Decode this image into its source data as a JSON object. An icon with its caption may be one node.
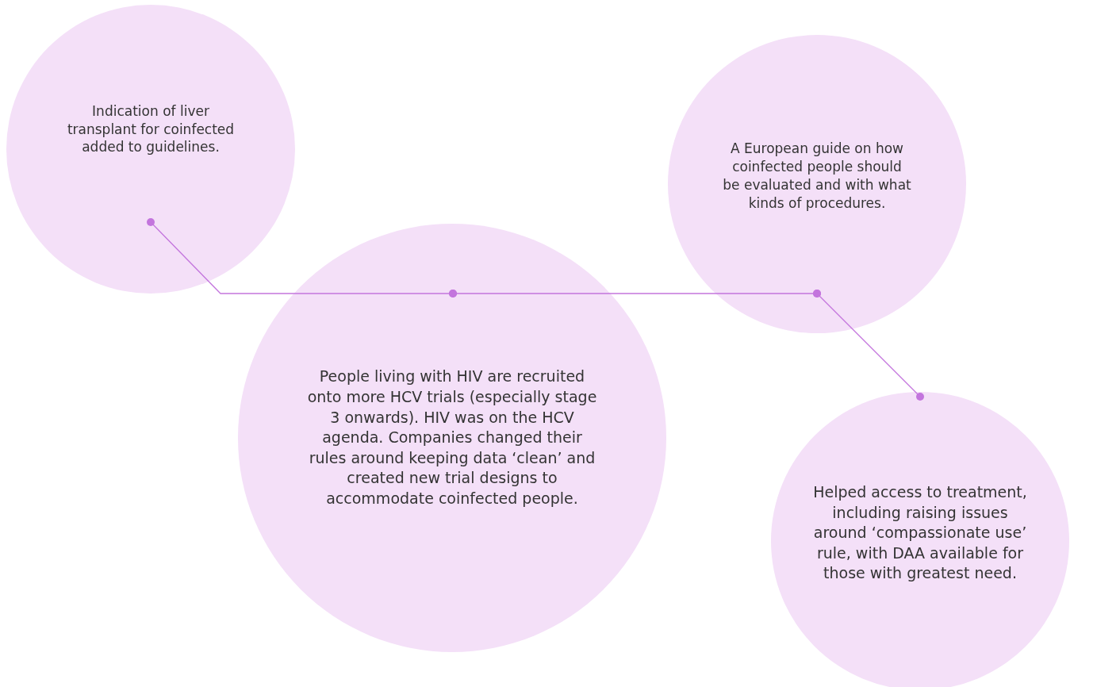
{
  "diagram": {
    "nodes": [
      {
        "text": [
          "Indication of liver transplant for coinfected added to guidelines."
        ]
      },
      {
        "text": [
          "People living with HIV are recruited onto more HCV trials (especially stage 3 onwards). HIV was on the HCV agenda. Companies changed their rules around keeping data ‘clean’ and created new trial designs to accommodate coinfected people."
        ]
      },
      {
        "text": [
          "A European guide on how coinfected people should be evaluated and with what kinds of procedures."
        ]
      },
      {
        "text": [
          "Helped access to treatment, including raising issues around ‘compassionate use’ rule, with DAA available for those with greatest need."
        ]
      }
    ],
    "edges": [
      {
        "from": 0,
        "to": 1,
        "arrow": "other"
      },
      {
        "from": 1,
        "to": 2,
        "arrow": "other"
      },
      {
        "from": 2,
        "to": 3,
        "arrow": "other"
      }
    ]
  }
}
